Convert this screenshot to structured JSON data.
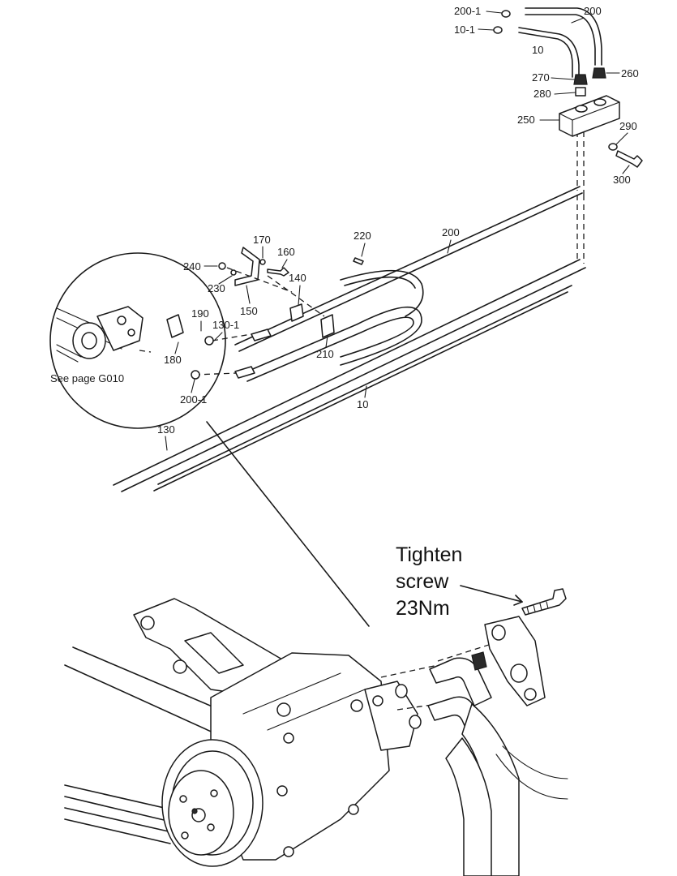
{
  "callouts": {
    "c200_1_top": "200-1",
    "c200_top": "200",
    "c10_1": "10-1",
    "c10_top": "10",
    "c270": "270",
    "c260": "260",
    "c280": "280",
    "c250": "250",
    "c290": "290",
    "c300": "300",
    "c170": "170",
    "c160": "160",
    "c220": "220",
    "c200_mid": "200",
    "c240": "240",
    "c230": "230",
    "c140": "140",
    "c150": "150",
    "c190": "190",
    "c130_1": "130-1",
    "c180": "180",
    "c210": "210",
    "c200_1_low": "200-1",
    "c10_low": "10",
    "c130": "130"
  },
  "see_page": "See page G010",
  "torque_note": {
    "line1": "Tighten",
    "line2": "screw",
    "line3": "23Nm"
  }
}
